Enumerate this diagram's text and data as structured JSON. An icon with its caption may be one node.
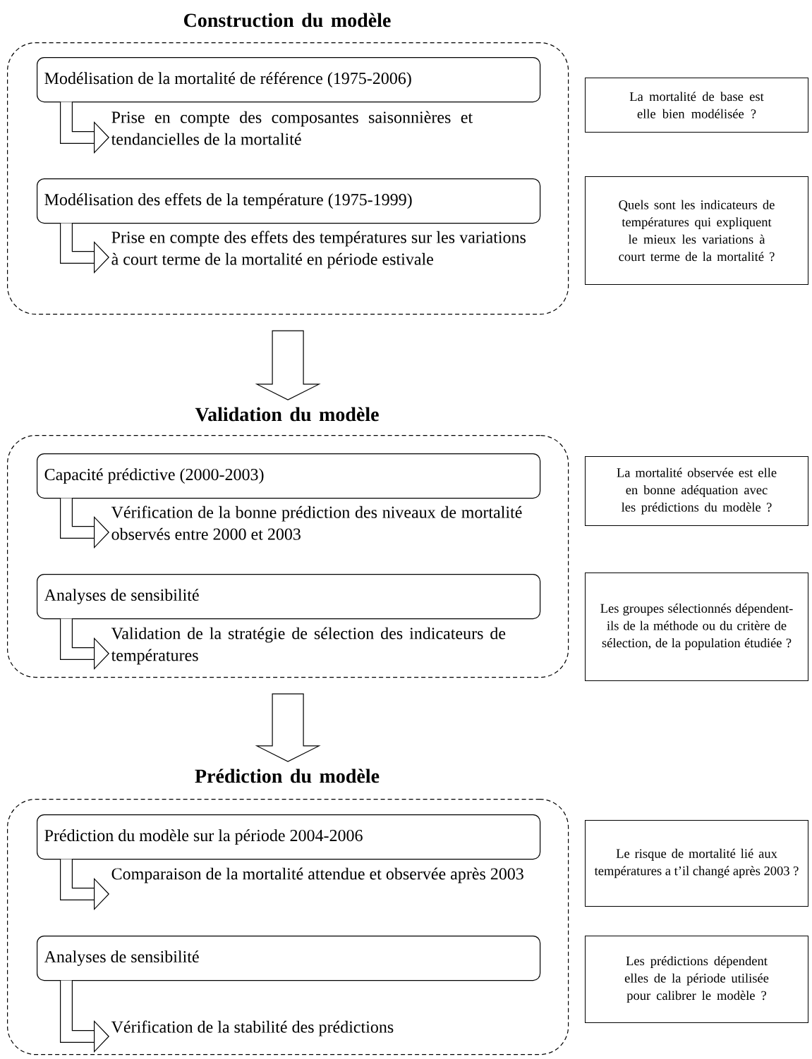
{
  "diagram": {
    "nodes": [
      {
        "text": [
          "Construction du modèle"
        ]
      },
      {
        "text": [
          "Modélisation de la mortalité de référence (1975-2006)"
        ],
        "in": 0
      },
      {
        "text": [
          "Prise en compte des composantes saisonnières et tendancielles de la mortalité"
        ],
        "in": 0
      },
      {
        "text": [
          "Modélisation des effets de la température (1975-1999)"
        ],
        "in": 0
      },
      {
        "text": [
          "Prise en compte des effets des températures sur les variations à court terme de la mortalité en période estivale"
        ],
        "in": 0
      },
      {
        "text": [
          "La mortalité de base est elle bien modélisée ?"
        ]
      },
      {
        "text": [
          "Quels sont les indicateurs de températures qui expliquent le mieux les variations à court terme de la mortalité ?"
        ]
      },
      {
        "text": [
          "Validation du modèle"
        ]
      },
      {
        "text": [
          "Capacité prédictive (2000-2003)"
        ],
        "in": 7
      },
      {
        "text": [
          "Vérification de la bonne prédiction des niveaux de mortalité observés entre 2000 et 2003"
        ],
        "in": 7
      },
      {
        "text": [
          "Analyses de sensibilité"
        ],
        "in": 7
      },
      {
        "text": [
          "Validation de la stratégie de sélection des indicateurs de températures"
        ],
        "in": 7
      },
      {
        "text": [
          "La mortalité observée est elle en bonne adéquation avec les prédictions du modèle ?"
        ]
      },
      {
        "text": [
          "Les groupes sélectionnés dépendent-ils de la méthode ou du critère de sélection, de la population étudiée ?"
        ]
      },
      {
        "text": [
          "Prédiction du modèle"
        ]
      },
      {
        "text": [
          "Prédiction du modèle sur la période 2004-2006"
        ],
        "in": 14
      },
      {
        "text": [
          "Comparaison de la mortalité attendue et observée après 2003"
        ],
        "in": 14
      },
      {
        "text": [
          "Analyses de sensibilité"
        ],
        "in": 14
      },
      {
        "text": [
          "Vérification de la stabilité des prédictions"
        ],
        "in": 14
      },
      {
        "text": [
          "Le risque de mortalité lié aux températures a t’il changé après 2003 ?"
        ]
      },
      {
        "text": [
          "Les prédictions dépendent elles de la période utilisée pour calibrer le modèle ?"
        ]
      }
    ],
    "edges": [
      {
        "from": 1,
        "to": 2,
        "arrow": "to"
      },
      {
        "from": 3,
        "to": 4,
        "arrow": "to"
      },
      {
        "from": 0,
        "to": 7,
        "arrow": "to"
      },
      {
        "from": 8,
        "to": 9,
        "arrow": "to"
      },
      {
        "from": 10,
        "to": 11,
        "arrow": "to"
      },
      {
        "from": 7,
        "to": 14,
        "arrow": "to"
      },
      {
        "from": 15,
        "to": 16,
        "arrow": "to"
      },
      {
        "from": 17,
        "to": 18,
        "arrow": "to"
      }
    ]
  }
}
